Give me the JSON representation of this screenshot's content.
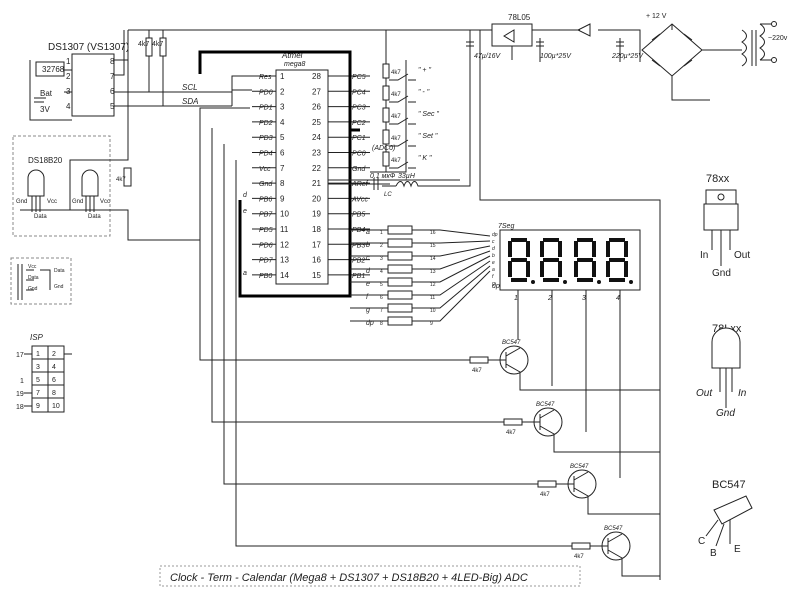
{
  "rtc": {
    "title": "DS1307 (VS1307)",
    "crystal": "32768",
    "bat": "Bat",
    "bat_v": "3V",
    "pins_left": [
      "1",
      "2",
      "3",
      "4"
    ],
    "pins_right": [
      "8",
      "7",
      "6",
      "5"
    ]
  },
  "pullups": {
    "r1": "4k7",
    "r2": "4k7"
  },
  "bus": {
    "scl": "SCL",
    "sda": "SDA"
  },
  "mcu": {
    "maker": "Atmel",
    "model": "mega8",
    "left_pins": [
      {
        "name": "Res",
        "num": "1"
      },
      {
        "name": "PD0",
        "num": "2"
      },
      {
        "name": "PD1",
        "num": "3"
      },
      {
        "name": "PD2",
        "num": "4"
      },
      {
        "name": "PD3",
        "num": "5"
      },
      {
        "name": "PD4",
        "num": "6"
      },
      {
        "name": "Vcc",
        "num": "7"
      },
      {
        "name": "Gnd",
        "num": "8"
      },
      {
        "name": "PB6",
        "num": "9"
      },
      {
        "name": "PB7",
        "num": "10"
      },
      {
        "name": "PD5",
        "num": "11"
      },
      {
        "name": "PD6",
        "num": "12"
      },
      {
        "name": "PD7",
        "num": "13"
      },
      {
        "name": "PB0",
        "num": "14"
      }
    ],
    "right_pins": [
      {
        "name": "PC5",
        "num": "28"
      },
      {
        "name": "PC4",
        "num": "27"
      },
      {
        "name": "PC3",
        "num": "26"
      },
      {
        "name": "PC2",
        "num": "25"
      },
      {
        "name": "PC1",
        "num": "24"
      },
      {
        "name": "PC0",
        "num": "23"
      },
      {
        "name": "Gnd",
        "num": "22"
      },
      {
        "name": "ARef",
        "num": "21"
      },
      {
        "name": "AVcc",
        "num": "20"
      },
      {
        "name": "PB5",
        "num": "19"
      },
      {
        "name": "PB4",
        "num": "18"
      },
      {
        "name": "PB3",
        "num": "17"
      },
      {
        "name": "PB2",
        "num": "16"
      },
      {
        "name": "PB1",
        "num": "15"
      }
    ],
    "adc": "(ADC0)"
  },
  "seg_letters_left": [
    "d",
    "e",
    "a"
  ],
  "buttons": {
    "r": [
      "4k7",
      "4k7",
      "4k7",
      "4k7",
      "4k7"
    ],
    "labels": [
      "\" + \"",
      "\" - \"",
      "\" Sec \"",
      "\" Set \"",
      "\" K \""
    ]
  },
  "aref": {
    "cap": "0.1 мкФ",
    "ind": "33µH",
    "lc": "LC"
  },
  "ds18b20": {
    "title": "DS18B20",
    "pins": [
      "Gnd",
      "Data",
      "Vcc",
      "Gnd",
      "Data",
      "Vcc"
    ],
    "r": "4k7",
    "probe_pins": [
      "Vcc",
      "Data",
      "Gnd"
    ],
    "probe_right": [
      "Data",
      "Gnd"
    ]
  },
  "isp": {
    "title": "ISP",
    "pins_left": [
      "1",
      "3",
      "5",
      "7",
      "9"
    ],
    "pins_right": [
      "2",
      "4",
      "6",
      "8",
      "10"
    ],
    "nets": [
      "17",
      "1",
      "19",
      "18"
    ]
  },
  "power": {
    "reg": "78L05",
    "c1": "47µ/16V",
    "c2": "100µ*25V",
    "c3": "220µ*25V",
    "in": "+ 12 V",
    "ac": "~220v"
  },
  "display": {
    "title": "7Seg",
    "dp": "dp",
    "digits": [
      "1",
      "2",
      "3",
      "4"
    ],
    "dig_label": "d",
    "segs": [
      {
        "l": "a",
        "n": "1",
        "r": "16"
      },
      {
        "l": "b",
        "n": "2",
        "r": "15"
      },
      {
        "l": "c",
        "n": "3",
        "r": "14"
      },
      {
        "l": "d",
        "n": "4",
        "r": "13"
      },
      {
        "l": "e",
        "n": "5",
        "r": "12"
      },
      {
        "l": "f",
        "n": "6",
        "r": "11"
      },
      {
        "l": "g",
        "n": "7",
        "r": "10"
      },
      {
        "l": "dp",
        "n": "8",
        "r": "9"
      }
    ],
    "seg_in": [
      "dp",
      "c",
      "d",
      "b",
      "e",
      "a",
      "f",
      "g"
    ],
    "seg_dp_col": "dp",
    "bus_letters": [
      "a",
      "b",
      "c",
      "d",
      "e",
      "f",
      "g",
      "dp"
    ]
  },
  "drivers": [
    {
      "t": "BC547",
      "r": "4k7"
    },
    {
      "t": "BC547",
      "r": "4k7"
    },
    {
      "t": "BC547",
      "r": "4k7"
    },
    {
      "t": "BC547",
      "r": "4k7"
    }
  ],
  "legend": {
    "reg1": "78xx",
    "reg1_pins": [
      "In",
      "Out",
      "Gnd"
    ],
    "reg2": "78Lxx",
    "reg2_pins": [
      "Out",
      "In",
      "Gnd"
    ],
    "tr": "BC547",
    "tr_pins": [
      "C",
      "B",
      "E"
    ]
  },
  "caption": "Clock - Term  - Calendar (Mega8 + DS1307 + DS18B20 + 4LED-Big) ADC"
}
